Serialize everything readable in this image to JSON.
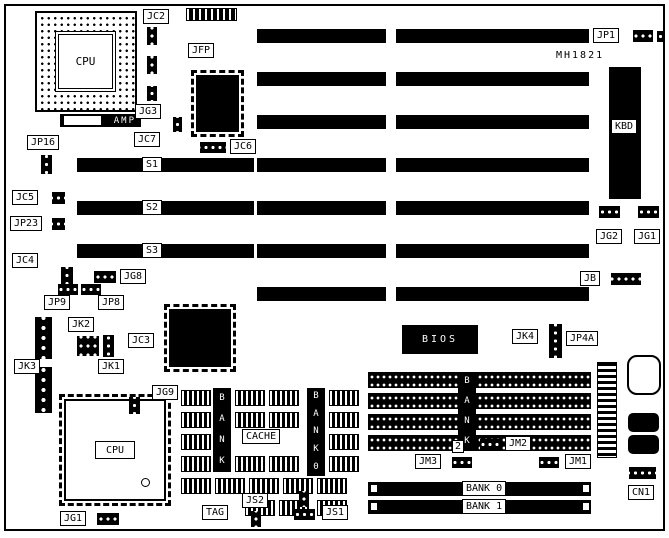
{
  "board": {
    "marking": "MH1821",
    "colors": {
      "ink": "#000000",
      "bg": "#ffffff"
    }
  },
  "labels": {
    "jc2": "JC2",
    "jfp": "JFP",
    "jp1": "JP1",
    "jg3": "JG3",
    "jc7": "JC7",
    "jc6": "JC6",
    "jp16": "JP16",
    "jc5": "JC5",
    "jp23": "JP23",
    "jg2": "JG2",
    "jg1_top": "JG1",
    "jc4": "JC4",
    "jg8": "JG8",
    "jb": "JB",
    "jp9": "JP9",
    "jp8": "JP8",
    "jk2": "JK2",
    "jc3": "JC3",
    "jk3": "JK3",
    "jk1": "JK1",
    "jk4": "JK4",
    "jp4a": "JP4A",
    "jg9": "JG9",
    "cache": "CACHE",
    "tag": "TAG",
    "js2": "JS2",
    "js1": "JS1",
    "jm3": "JM3",
    "jm2": "JM2",
    "jm1": "JM1",
    "cn1": "CN1",
    "jg1_bottom": "JG1",
    "s1": "S1",
    "s2": "S2",
    "s3": "S3",
    "bank0": "BANK 0",
    "bank1": "BANK 1",
    "kbd": "KBD",
    "bios": "BIOS",
    "amp": "AMP",
    "cpu_top": "CPU",
    "cpu_bottom": "CPU"
  },
  "memory": {
    "cache_bank_left": [
      "B",
      "A",
      "N",
      "K"
    ],
    "cache_bank_right": [
      "B",
      "A",
      "N",
      "K",
      "0"
    ],
    "dram_bank_letters": [
      "B",
      "A",
      "N",
      "K"
    ],
    "dram_bank_number": "2"
  }
}
